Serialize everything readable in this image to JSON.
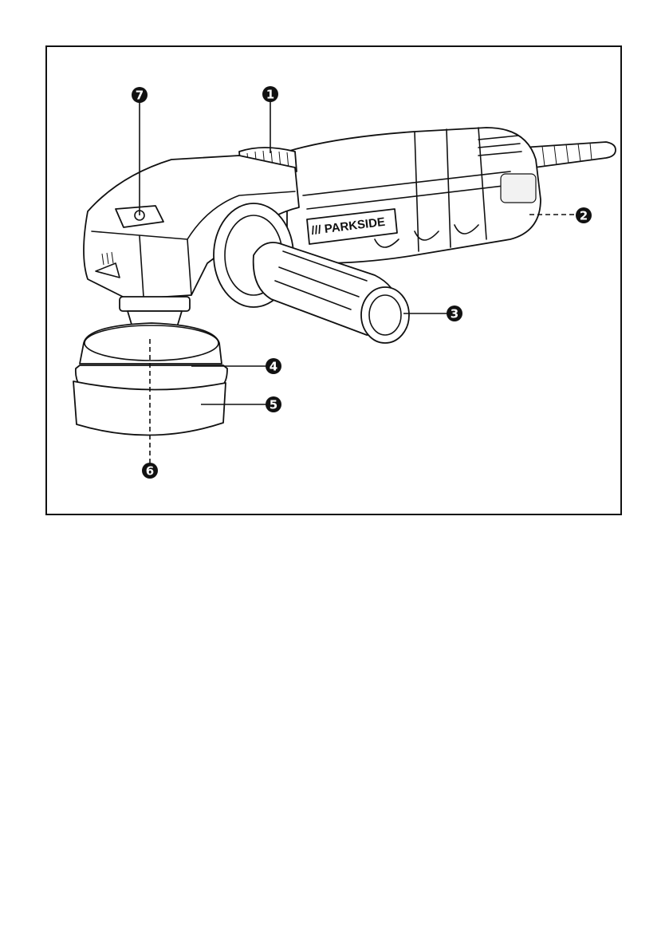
{
  "brand_text": "/// PARKSIDE",
  "callouts": [
    {
      "id": "callout-1",
      "number": "1"
    },
    {
      "id": "callout-2",
      "number": "2"
    },
    {
      "id": "callout-3",
      "number": "3"
    },
    {
      "id": "callout-4",
      "number": "4"
    },
    {
      "id": "callout-5",
      "number": "5"
    },
    {
      "id": "callout-6",
      "number": "6"
    },
    {
      "id": "callout-7",
      "number": "7"
    }
  ],
  "colors": {
    "line": "#111111",
    "background": "#ffffff"
  }
}
